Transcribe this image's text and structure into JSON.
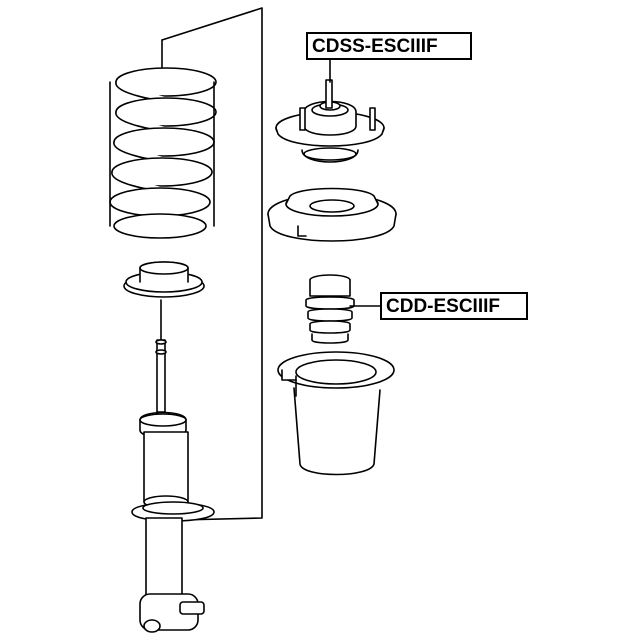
{
  "diagram": {
    "part_labels": {
      "upper_mount": "CDSS-ESCIIIF",
      "bump_stop": "CDD-ESCIIIF"
    },
    "components": [
      "coil-spring",
      "spring-seat",
      "shock-absorber",
      "strut-mount",
      "mount-bearing",
      "bump-stop",
      "dust-boot"
    ],
    "colors": {
      "line": "#000000",
      "background": "#ffffff"
    }
  }
}
